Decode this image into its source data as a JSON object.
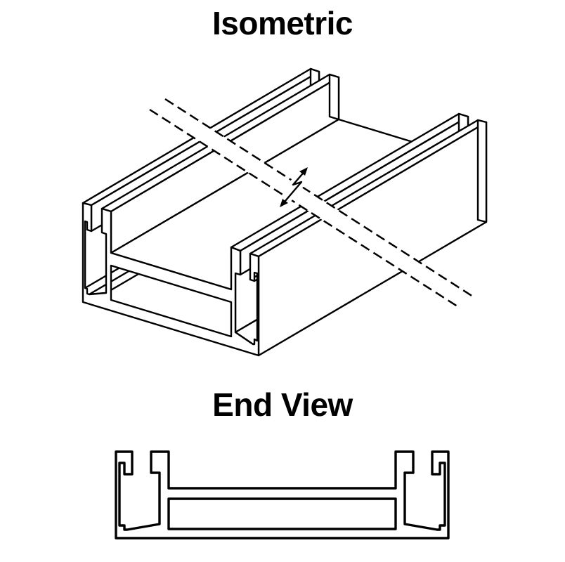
{
  "page": {
    "background": "#ffffff",
    "ink": "#000000"
  },
  "figures": [
    {
      "id": "isometric",
      "title": "Isometric",
      "type": "technical-line-drawing",
      "description": "Isometric view of a channel-style frame extrusion with two hooked rails, crossed by phantom (dashed) lines with a break symbol"
    },
    {
      "id": "end-view",
      "title": "End View",
      "type": "technical-line-drawing",
      "description": "End-view cross-section of the same extrusion: outer hooked walls, inner stems, mid web and enclosed hollow chamber"
    }
  ]
}
